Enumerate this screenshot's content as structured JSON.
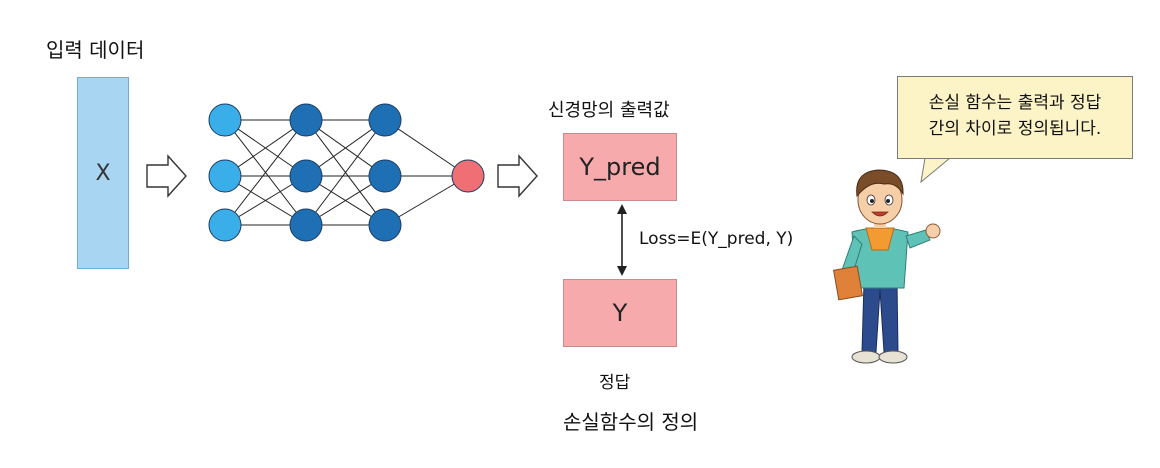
{
  "input": {
    "label": "입력 데이터",
    "symbol": "X"
  },
  "network": {
    "layers": [
      3,
      3,
      3,
      1
    ],
    "colors": {
      "input_layer": "#3aaee8",
      "hidden_layer": "#1f6fb5",
      "output_node": "#ef6f74"
    }
  },
  "output": {
    "label": "신경망의 출력값",
    "pred": "Y_pred"
  },
  "target": {
    "symbol": "Y",
    "label": "정답"
  },
  "loss_formula": "Loss=E(Y_pred, Y)",
  "speech": {
    "line1": "손실 함수는 출력과 정답",
    "line2": "간의 차이로 정의됩니다."
  },
  "caption": "손실함수의 정의"
}
